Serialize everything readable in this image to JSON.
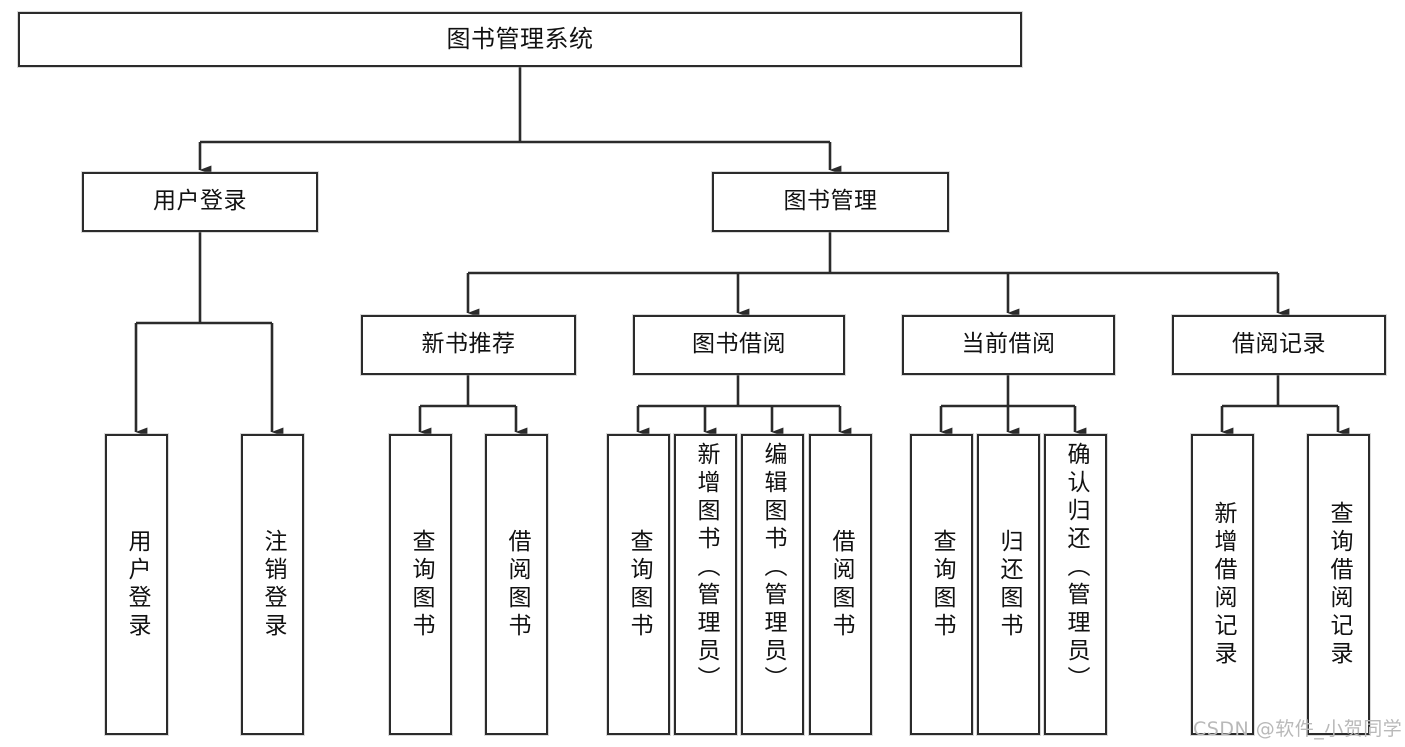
{
  "diagram": {
    "title": "图书管理系统",
    "type": "tree-hierarchy",
    "root": {
      "label": "图书管理系统"
    },
    "level1": [
      {
        "label": "用户登录"
      },
      {
        "label": "图书管理"
      }
    ],
    "level2": [
      {
        "label": "新书推荐"
      },
      {
        "label": "图书借阅"
      },
      {
        "label": "当前借阅"
      },
      {
        "label": "借阅记录"
      }
    ],
    "leaves": {
      "user_login": [
        {
          "label": "用户登录"
        },
        {
          "label": "注销登录"
        }
      ],
      "new_book_recommend": [
        {
          "label": "查询图书"
        },
        {
          "label": "借阅图书"
        }
      ],
      "book_borrow": [
        {
          "label": "查询图书"
        },
        {
          "label": "新增图书（管理员）"
        },
        {
          "label": "编辑图书（管理员）"
        },
        {
          "label": "借阅图书"
        }
      ],
      "current_borrow": [
        {
          "label": "查询图书"
        },
        {
          "label": "归还图书"
        },
        {
          "label": "确认归还（管理员）"
        }
      ],
      "borrow_record": [
        {
          "label": "新增借阅记录"
        },
        {
          "label": "查询借阅记录"
        }
      ]
    }
  },
  "watermark": {
    "text": "CSDN @软件_小贺同学"
  },
  "colors": {
    "border": "#2b2b2b",
    "background": "#ffffff",
    "text": "#111111",
    "watermark": "#b9b9b9"
  }
}
